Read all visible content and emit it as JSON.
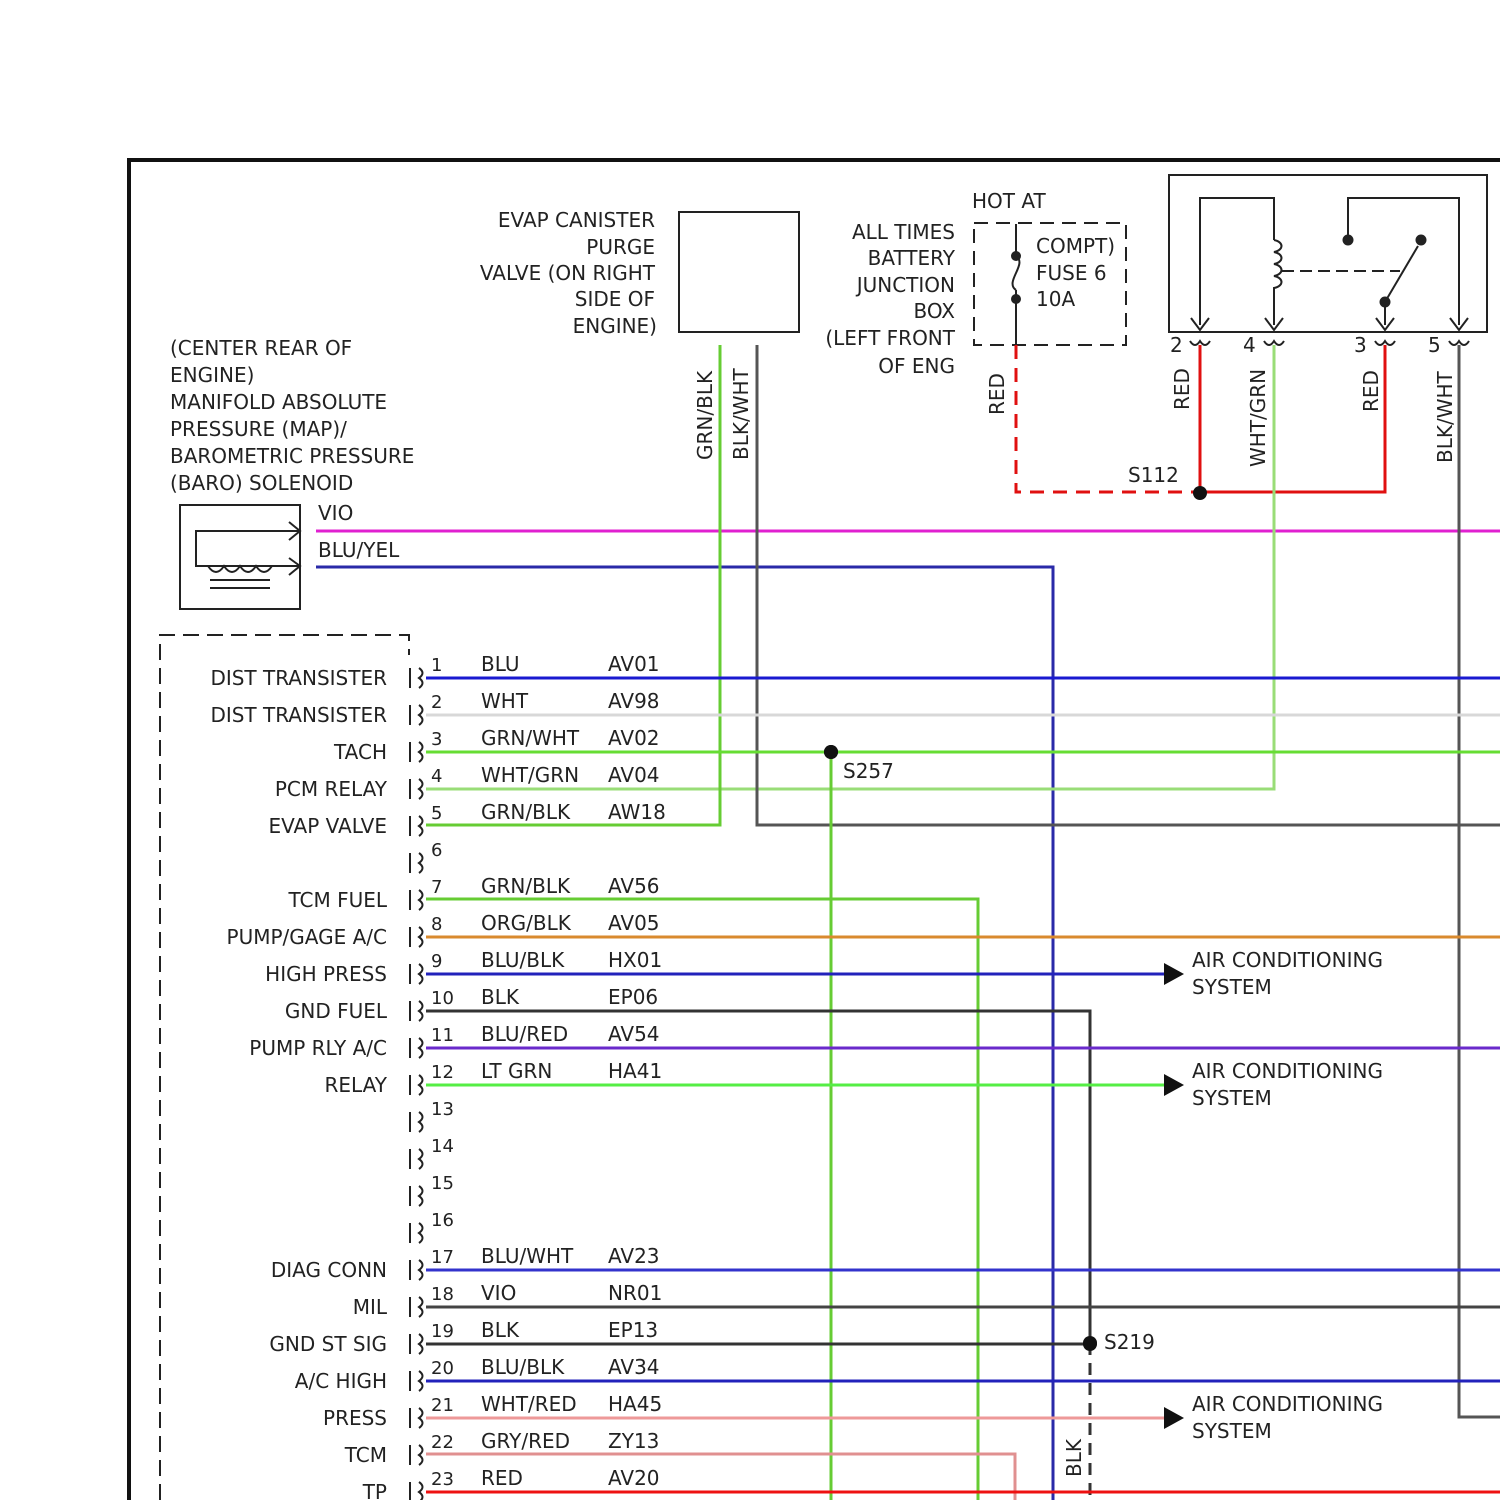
{
  "map_solenoid": {
    "label_lines": [
      "(CENTER REAR OF",
      "ENGINE)",
      "MANIFOLD ABSOLUTE",
      "PRESSURE (MAP)/",
      "BAROMETRIC PRESSURE",
      "(BARO) SOLENOID"
    ],
    "wires": [
      "VIO",
      "BLU/YEL"
    ]
  },
  "evap_valve": {
    "label_lines": [
      "EVAP CANISTER",
      "PURGE",
      "VALVE (ON RIGHT",
      "SIDE OF",
      "ENGINE)"
    ],
    "wires": [
      "GRN/BLK",
      "BLK/WHT"
    ]
  },
  "junction_box": {
    "label_lines": [
      "ALL TIMES",
      "BATTERY",
      "JUNCTION",
      "BOX",
      "(LEFT FRONT",
      "OF ENG"
    ],
    "hot_at": "HOT AT",
    "fuse_lines": [
      "COMPT)",
      "FUSE 6",
      "10A"
    ],
    "wire": "RED"
  },
  "relay": {
    "pins": [
      "2",
      "4",
      "3",
      "5"
    ],
    "wires": [
      "RED",
      "WHT/GRN",
      "RED",
      "BLK/WHT"
    ]
  },
  "splices": {
    "s112": "S112",
    "s257": "S257",
    "s219": "S219"
  },
  "pcm_labels": [
    {
      "text": "DIST TRANSISTER",
      "pin": 1
    },
    {
      "text": "DIST TRANSISTER",
      "pin": 2
    },
    {
      "text": "TACH",
      "pin": 3
    },
    {
      "text": "PCM RELAY",
      "pin": 4
    },
    {
      "text": "EVAP VALVE",
      "pin": 5
    },
    {
      "text": "TCM FUEL",
      "pin": 7
    },
    {
      "text": "PUMP/GAGE A/C",
      "pin": 8
    },
    {
      "text": "HIGH PRESS",
      "pin": 9
    },
    {
      "text": "GND FUEL",
      "pin": 10
    },
    {
      "text": "PUMP RLY A/C",
      "pin": 11
    },
    {
      "text": "RELAY",
      "pin": 12
    },
    {
      "text": "DIAG CONN",
      "pin": 17
    },
    {
      "text": "MIL",
      "pin": 18
    },
    {
      "text": "GND ST SIG",
      "pin": 19
    },
    {
      "text": "A/C HIGH",
      "pin": 20
    },
    {
      "text": "PRESS",
      "pin": 21
    },
    {
      "text": "TCM",
      "pin": 22
    },
    {
      "text": "TP",
      "pin": 23
    }
  ],
  "pcm_pins": [
    {
      "pin": "1",
      "color_name": "BLU",
      "circuit": "AV01",
      "color": "#1a1ad0"
    },
    {
      "pin": "2",
      "color_name": "WHT",
      "circuit": "AV98",
      "color": "#d8d8d8"
    },
    {
      "pin": "3",
      "color_name": "GRN/WHT",
      "circuit": "AV02",
      "color": "#66dd33"
    },
    {
      "pin": "4",
      "color_name": "WHT/GRN",
      "circuit": "AV04",
      "color": "#a6dd88"
    },
    {
      "pin": "5",
      "color_name": "GRN/BLK",
      "circuit": "AW18",
      "color": "#55cc22"
    },
    {
      "pin": "6",
      "color_name": "",
      "circuit": "",
      "color": ""
    },
    {
      "pin": "7",
      "color_name": "GRN/BLK",
      "circuit": "AV56",
      "color": "#55cc22"
    },
    {
      "pin": "8",
      "color_name": "ORG/BLK",
      "circuit": "AV05",
      "color": "#d98a2e"
    },
    {
      "pin": "9",
      "color_name": "BLU/BLK",
      "circuit": "HX01",
      "color": "#2222bb"
    },
    {
      "pin": "10",
      "color_name": "BLK",
      "circuit": "EP06",
      "color": "#333333"
    },
    {
      "pin": "11",
      "color_name": "BLU/RED",
      "circuit": "AV54",
      "color": "#6a2acb"
    },
    {
      "pin": "12",
      "color_name": "LT GRN",
      "circuit": "HA41",
      "color": "#55ee44"
    },
    {
      "pin": "13",
      "color_name": "",
      "circuit": "",
      "color": ""
    },
    {
      "pin": "14",
      "color_name": "",
      "circuit": "",
      "color": ""
    },
    {
      "pin": "15",
      "color_name": "",
      "circuit": "",
      "color": ""
    },
    {
      "pin": "16",
      "color_name": "",
      "circuit": "",
      "color": ""
    },
    {
      "pin": "17",
      "color_name": "BLU/WHT",
      "circuit": "AV23",
      "color": "#3333cc"
    },
    {
      "pin": "18",
      "color_name": "VIO",
      "circuit": "NR01",
      "color": "#444444"
    },
    {
      "pin": "19",
      "color_name": "BLK",
      "circuit": "EP13",
      "color": "#333333"
    },
    {
      "pin": "20",
      "color_name": "BLU/BLK",
      "circuit": "AV34",
      "color": "#2222bb"
    },
    {
      "pin": "21",
      "color_name": "WHT/RED",
      "circuit": "HA45",
      "color": "#ee9999"
    },
    {
      "pin": "22",
      "color_name": "GRY/RED",
      "circuit": "ZY13",
      "color": "#e09090"
    },
    {
      "pin": "23",
      "color_name": "RED",
      "circuit": "AV20",
      "color": "#ee1111"
    }
  ],
  "destinations": [
    {
      "lines": [
        "AIR CONDITIONING",
        "SYSTEM"
      ],
      "pin": 9
    },
    {
      "lines": [
        "AIR CONDITIONING",
        "SYSTEM"
      ],
      "pin": 12
    },
    {
      "lines": [
        "AIR CONDITIONING",
        "SYSTEM"
      ],
      "pin": 21
    }
  ],
  "blk_wire_label": "BLK",
  "colors": {
    "vio": "#e020d0",
    "blu_yel": "#2a2aa8",
    "red": "#e01010",
    "grn": "#66cc33",
    "lt_grn_relay": "#99dd77",
    "blk_wht": "#555555",
    "blk": "#333333"
  }
}
